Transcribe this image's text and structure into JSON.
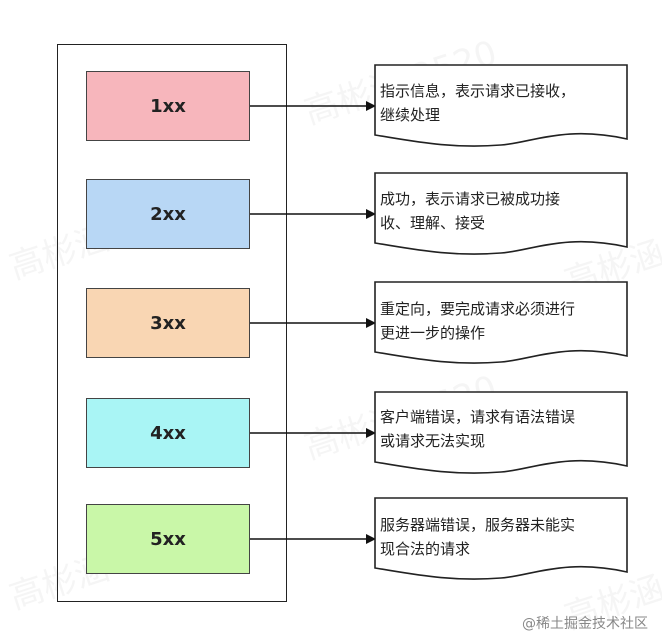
{
  "watermark": {
    "text": "高彬涵 2520"
  },
  "codes": [
    {
      "label": "1xx",
      "color": "#f7b6bc"
    },
    {
      "label": "2xx",
      "color": "#b8d7f5"
    },
    {
      "label": "3xx",
      "color": "#f9d6b3"
    },
    {
      "label": "4xx",
      "color": "#a9f5f5"
    },
    {
      "label": "5xx",
      "color": "#c9f7a8"
    }
  ],
  "notes": [
    {
      "line1": "指示信息，表示请求已接收，",
      "line2": "继续处理"
    },
    {
      "line1": "成功，表示请求已被成功接",
      "line2": "收、理解、接受"
    },
    {
      "line1": "重定向，要完成请求必须进行",
      "line2": "更进一步的操作"
    },
    {
      "line1": "客户端错误，请求有语法错误",
      "line2": "或请求无法实现"
    },
    {
      "line1": "服务器端错误，服务器未能实",
      "line2": "现合法的请求"
    }
  ],
  "footer": {
    "brand": "@稀土掘金技术社区"
  }
}
